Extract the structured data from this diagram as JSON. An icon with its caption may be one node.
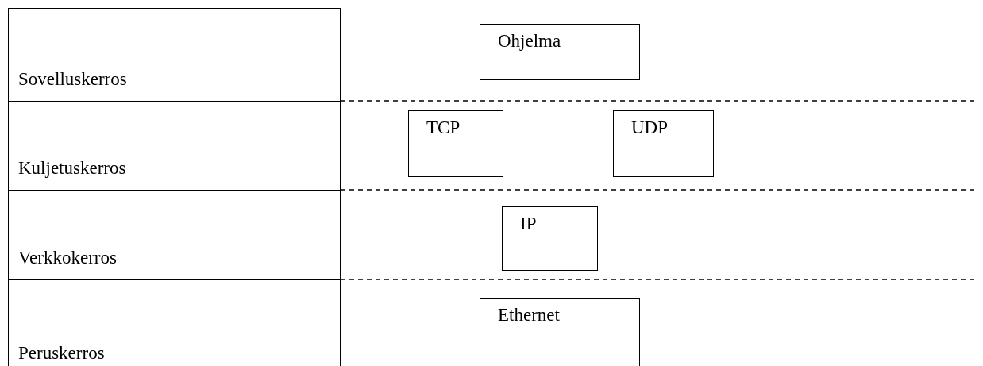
{
  "diagram": {
    "nodes": [
      {
        "text": [
          "Sovelluskerros"
        ]
      },
      {
        "text": [
          "Ohjelma"
        ]
      },
      {
        "text": [
          "Kuljetuskerros"
        ]
      },
      {
        "text": [
          "TCP"
        ]
      },
      {
        "text": [
          "UDP"
        ]
      },
      {
        "text": [
          "Verkkokerros"
        ]
      },
      {
        "text": [
          "IP"
        ]
      },
      {
        "text": [
          "Peruskerros"
        ]
      },
      {
        "text": [
          "Ethernet"
        ]
      }
    ]
  }
}
